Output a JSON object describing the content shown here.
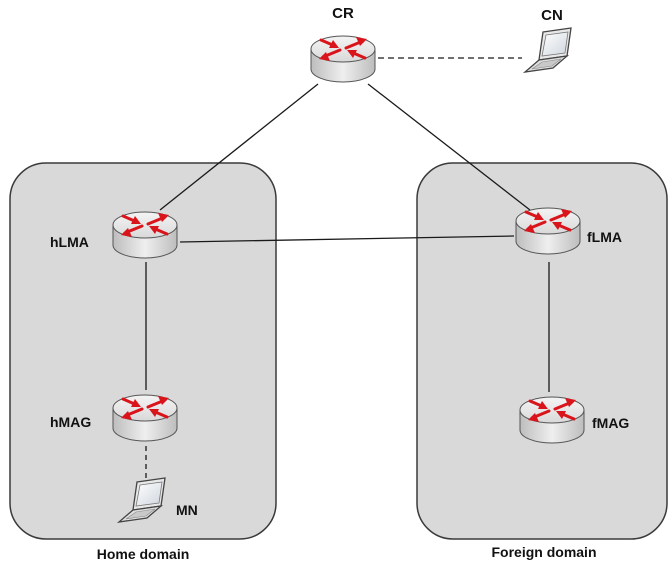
{
  "nodes": {
    "cr": {
      "label": "CR",
      "kind": "router"
    },
    "cn": {
      "label": "CN",
      "kind": "laptop"
    },
    "hlma": {
      "label": "hLMA",
      "kind": "router"
    },
    "flma": {
      "label": "fLMA",
      "kind": "router"
    },
    "hmag": {
      "label": "hMAG",
      "kind": "router"
    },
    "fmag": {
      "label": "fMAG",
      "kind": "router"
    },
    "mn": {
      "label": "MN",
      "kind": "laptop"
    }
  },
  "domains": {
    "home": {
      "label": "Home domain"
    },
    "foreign": {
      "label": "Foreign domain"
    }
  },
  "links": [
    {
      "from": "cr",
      "to": "cn",
      "style": "dashed"
    },
    {
      "from": "cr",
      "to": "hlma",
      "style": "solid"
    },
    {
      "from": "cr",
      "to": "flma",
      "style": "solid"
    },
    {
      "from": "hlma",
      "to": "flma",
      "style": "solid"
    },
    {
      "from": "hlma",
      "to": "hmag",
      "style": "solid"
    },
    {
      "from": "flma",
      "to": "fmag",
      "style": "solid"
    },
    {
      "from": "hmag",
      "to": "mn",
      "style": "dashed"
    }
  ],
  "colors": {
    "domain_fill": "#d9d9d9",
    "domain_stroke": "#3a3a3a",
    "router_body": "#d6d6d6",
    "router_arrow": "#d9141b",
    "link": "#1a1a1a"
  }
}
